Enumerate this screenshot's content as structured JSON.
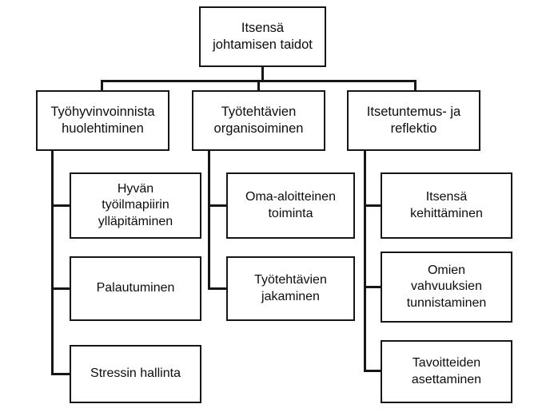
{
  "diagram": {
    "title": "Itsensä johtamisen taidot",
    "type": "organizational-tree",
    "line_color": "#161616",
    "background_color": "#ffffff",
    "root": {
      "label": "Itsensä johtamisen taidot",
      "line1": "Itsensä",
      "line2": "johtamisen taidot"
    },
    "branches": [
      {
        "label": "Työhyvinvoinnista huolehtiminen",
        "line1": "Työhyvinvoinnista",
        "line2": "huolehtiminen",
        "children": [
          {
            "label": "Hyvän työilmapiirin ylläpitäminen",
            "line1": "Hyvän",
            "line2": "työilmapiirin",
            "line3": "ylläpitäminen"
          },
          {
            "label": "Palautuminen",
            "line1": "Palautuminen",
            "line2": "",
            "line3": ""
          },
          {
            "label": "Stressin hallinta",
            "line1": "Stressin hallinta",
            "line2": "",
            "line3": ""
          }
        ]
      },
      {
        "label": "Työtehtävien organisoiminen",
        "line1": "Työtehtävien",
        "line2": "organisoiminen",
        "children": [
          {
            "label": "Oma-aloitteinen toiminta",
            "line1": "Oma-aloitteinen",
            "line2": "toiminta",
            "line3": ""
          },
          {
            "label": "Työtehtävien jakaminen",
            "line1": "Työtehtävien",
            "line2": "jakaminen",
            "line3": ""
          }
        ]
      },
      {
        "label": "Itsetuntemus- ja reflektio",
        "line1": "Itsetuntemus- ja",
        "line2": "reflektio",
        "children": [
          {
            "label": "Itsensä kehittäminen",
            "line1": "Itsensä",
            "line2": "kehittäminen",
            "line3": ""
          },
          {
            "label": "Omien vahvuuksien tunnistaminen",
            "line1": "Omien",
            "line2": "vahvuuksien",
            "line3": "tunnistaminen"
          },
          {
            "label": "Tavoitteiden asettaminen",
            "line1": "Tavoitteiden",
            "line2": "asettaminen",
            "line3": ""
          }
        ]
      }
    ]
  }
}
